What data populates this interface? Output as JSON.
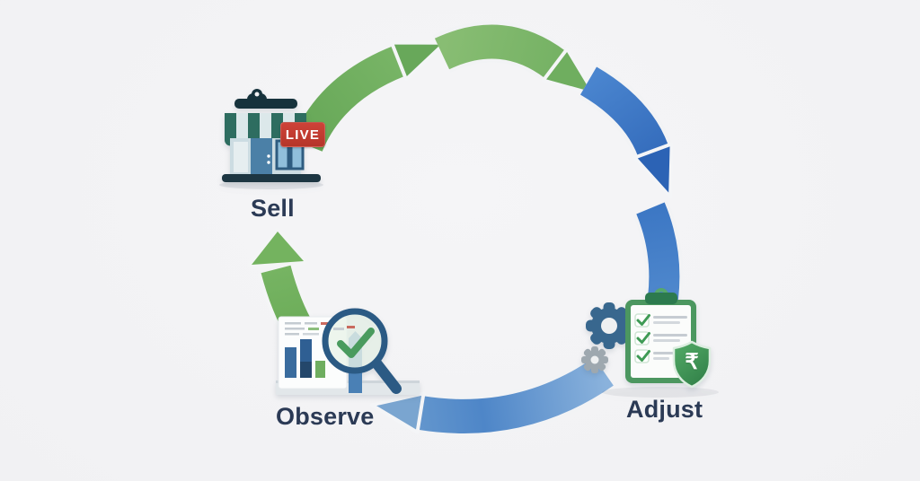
{
  "diagram": {
    "type": "cycle",
    "steps": [
      {
        "id": "sell",
        "label": "Sell",
        "icon": "storefront-live-icon"
      },
      {
        "id": "adjust",
        "label": "Adjust",
        "icon": "clipboard-gears-shield-icon"
      },
      {
        "id": "observe",
        "label": "Observe",
        "icon": "bar-chart-magnifier-icon"
      }
    ],
    "arrows": [
      {
        "from": "sell",
        "to": "adjust",
        "colors": [
          "green",
          "blue"
        ]
      },
      {
        "from": "adjust",
        "to": "observe",
        "colors": [
          "blue"
        ]
      },
      {
        "from": "observe",
        "to": "sell",
        "colors": [
          "green"
        ]
      }
    ],
    "badges": {
      "live": "LIVE",
      "currency": "₹"
    },
    "colors": {
      "background": "#f1f1f3",
      "arrow_green": "#74b161",
      "arrow_green_light": "#85bb70",
      "arrow_blue": "#3a74c2",
      "arrow_blue_light": "#7ea9d4",
      "label_text": "#2b3a55",
      "live_badge_bg": "#bf3a30",
      "clipboard_green": "#4c9760",
      "shield_green": "#3f9356",
      "gear_blue": "#38678e",
      "gear_gray": "#9ea8af",
      "store_awning_teal": "#2e6d60",
      "store_base_navy": "#1d3642",
      "store_window_blue": "#90bfdb",
      "magnifier_blue": "#2b5a84",
      "check_green": "#4a9b5e"
    }
  }
}
